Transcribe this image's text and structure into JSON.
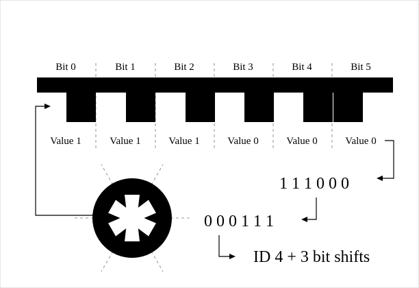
{
  "diagram": {
    "bits": [
      {
        "label": "Bit 0",
        "value": "Value 1",
        "bit": 1
      },
      {
        "label": "Bit 1",
        "value": "Value 1",
        "bit": 1
      },
      {
        "label": "Bit 2",
        "value": "Value 1",
        "bit": 1
      },
      {
        "label": "Bit 3",
        "value": "Value 0",
        "bit": 0
      },
      {
        "label": "Bit 4",
        "value": "Value 0",
        "bit": 0
      },
      {
        "label": "Bit 5",
        "value": "Value 0",
        "bit": 0
      }
    ],
    "binary_read": "1 1 1 0 0 0",
    "binary_shifted": "0 0 0 1 1 1",
    "result": "ID 4 + 3 bit shifts"
  }
}
